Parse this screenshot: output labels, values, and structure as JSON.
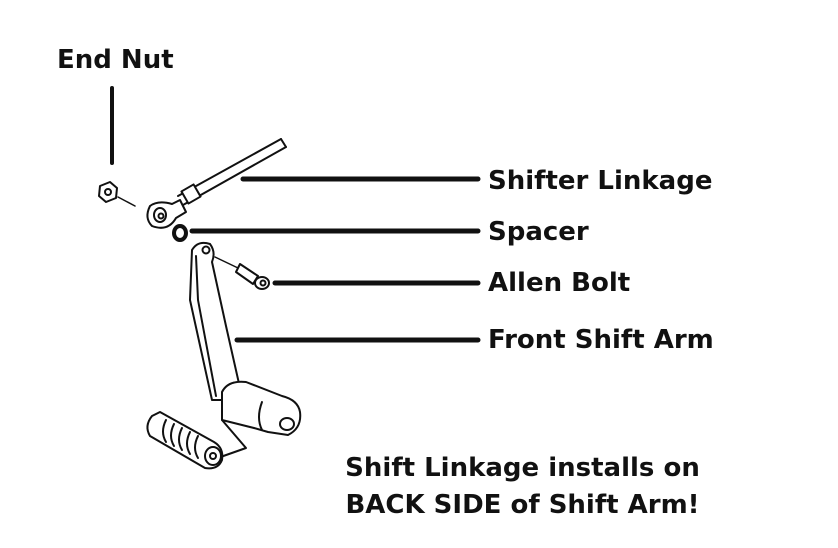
{
  "labels": {
    "end_nut": "End Nut",
    "shifter_linkage": "Shifter Linkage",
    "spacer": "Spacer",
    "allen_bolt": "Allen Bolt",
    "front_shift_arm": "Front Shift Arm"
  },
  "note": {
    "line1": "Shift Linkage installs on",
    "line2": "BACK SIDE of Shift Arm!"
  }
}
